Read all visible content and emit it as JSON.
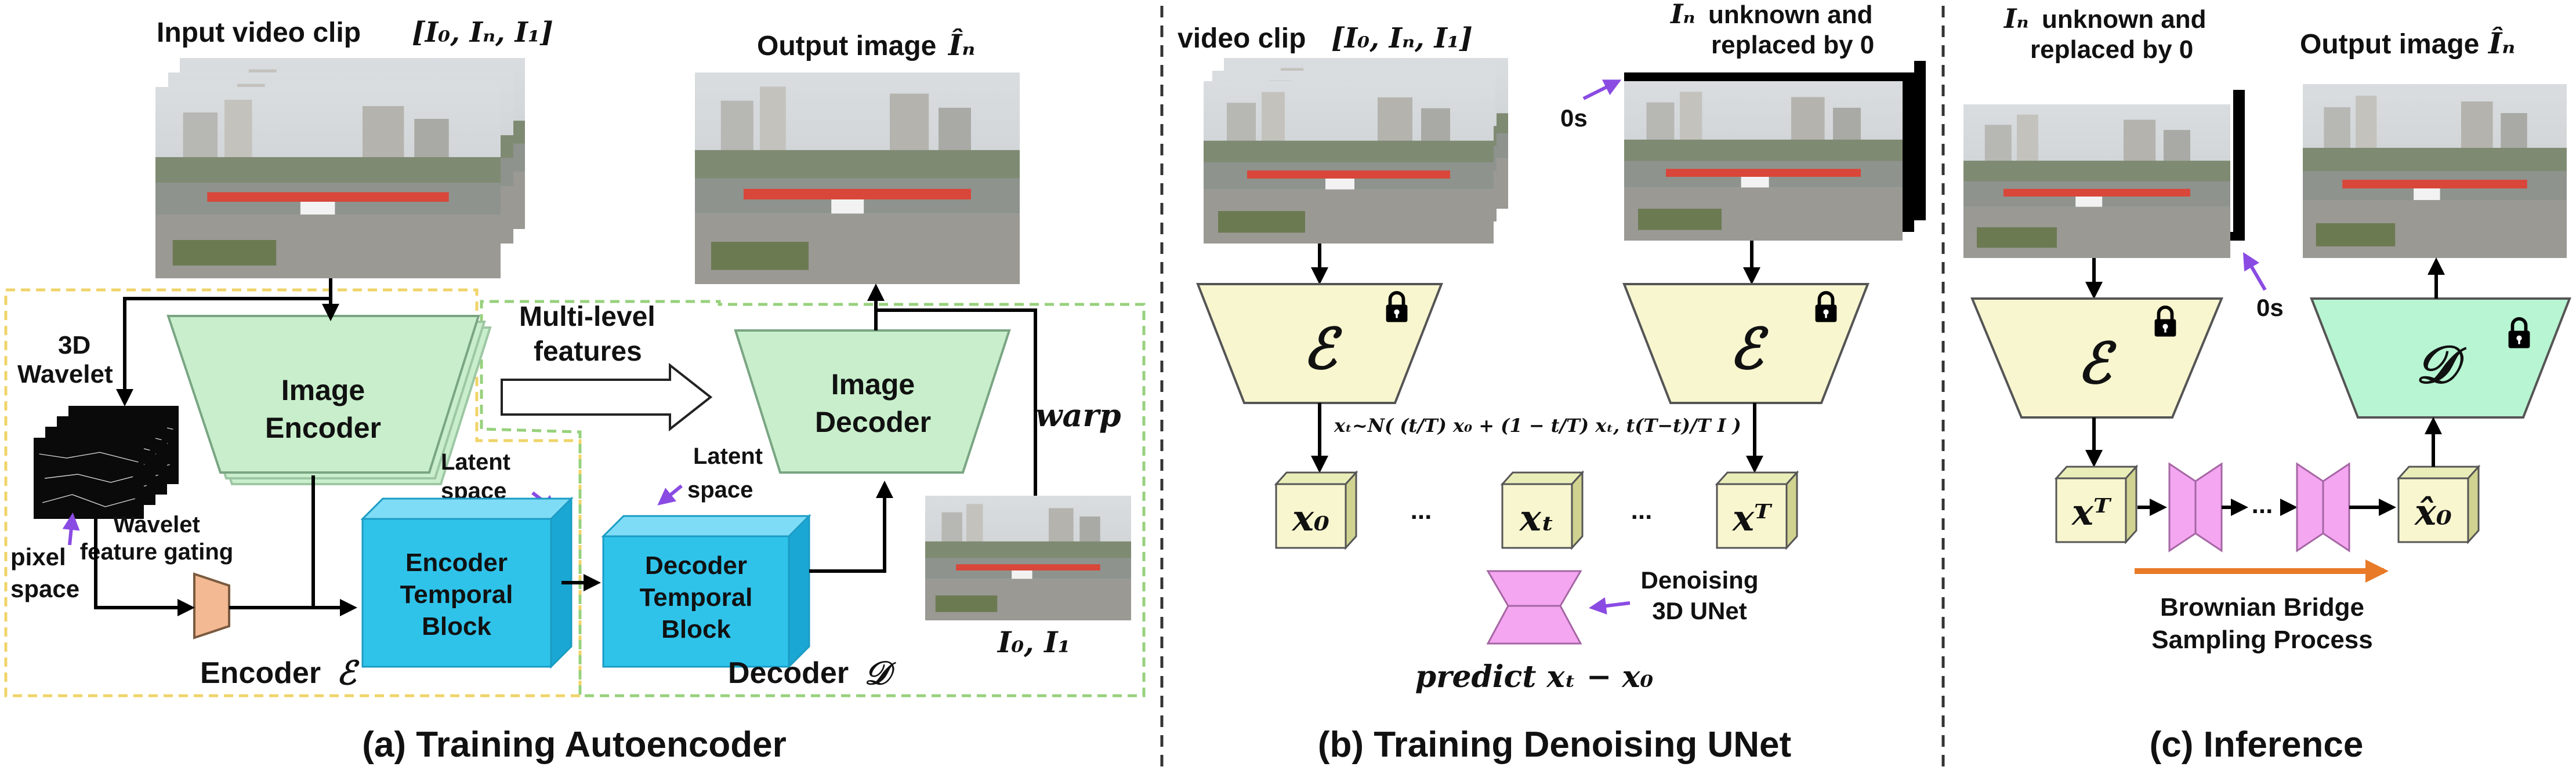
{
  "colors": {
    "encoder_fill": "#c8eecb",
    "decoder_fill": "#c8eecb",
    "latent_block": "#2fc3ea",
    "frozen_encoder": "#f8f6cf",
    "frozen_decoder": "#b8f5d2",
    "unet": "#f4a6f1",
    "gate": "#f2b992",
    "encoder_border": "#f0d46a",
    "decoder_border": "#97d17c",
    "arrow_purple": "#8a4be3",
    "arrow_orange": "#e97a28",
    "panel_divider": "#333333"
  },
  "panel_a": {
    "input_title": "Input video clip",
    "input_math": "[I₀, Iₙ, I₁]",
    "output_title": "Output image",
    "output_math": "Îₙ",
    "wavelet_label_1": "3D",
    "wavelet_label_2": "Wavelet",
    "image_encoder_1": "Image",
    "image_encoder_2": "Encoder",
    "multi_level_1": "Multi-level",
    "multi_level_2": "features",
    "image_decoder_1": "Image",
    "image_decoder_2": "Decoder",
    "warp": "warp",
    "latent_space_enc_1": "Latent",
    "latent_space_enc_2": "space",
    "latent_space_dec_1": "Latent",
    "latent_space_dec_2": "space",
    "pixel_space_1": "pixel",
    "pixel_space_2": "space",
    "gating_1": "Wavelet",
    "gating_2": "feature gating",
    "enc_tb_1": "Encoder",
    "enc_tb_2": "Temporal",
    "enc_tb_3": "Block",
    "dec_tb_1": "Decoder",
    "dec_tb_2": "Temporal",
    "dec_tb_3": "Block",
    "encoder_caption": "Encoder",
    "encoder_symbol": "ℰ",
    "decoder_caption": "Decoder",
    "decoder_symbol": "𝒟",
    "ref_frames": "I₀, I₁",
    "caption": "(a) Training Autoencoder"
  },
  "panel_b": {
    "clip_title": "video clip",
    "clip_math": "[I₀, Iₙ, I₁]",
    "unknown_math": "Iₙ",
    "unknown_1": "unknown and",
    "unknown_2": "replaced by 0",
    "zeros": "0s",
    "enc_symbol": "ℰ",
    "formula": "xₜ~N( (t/T) x₀ + (1 − t/T) xₜ, t(T−t)/T I )",
    "x0": "x₀",
    "xt": "xₜ",
    "xT": "xᵀ",
    "dots": "...",
    "denoise_1": "Denoising",
    "denoise_2": "3D UNet",
    "predict": "predict xₜ − x₀",
    "caption": "(b) Training Denoising UNet"
  },
  "panel_c": {
    "unknown_math": "Iₙ",
    "unknown_1": "unknown  and",
    "unknown_2": "replaced by 0",
    "output_title": "Output image",
    "output_math": "Îₙ",
    "zeros": "0s",
    "enc_symbol": "ℰ",
    "dec_symbol": "𝒟",
    "xT": "xᵀ",
    "x0hat": "x̂₀",
    "dots": "...",
    "brownian_1": "Brownian Bridge",
    "brownian_2": "Sampling Process",
    "caption": "(c) Inference"
  }
}
